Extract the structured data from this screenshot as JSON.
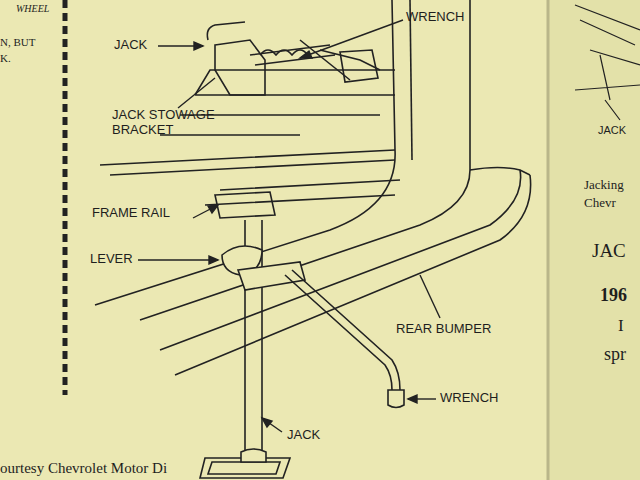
{
  "diagram": {
    "labels": [
      "WHEEL",
      "N, BUT",
      "K.",
      "JACK",
      "WRENCH",
      "JACK STOWAGE BRACKET",
      "FRAME RAIL",
      "LEVER",
      "REAR BUMPER",
      "WRENCH",
      "JACK",
      "ourtesy Chevrolet Motor Di",
      "JACK",
      "Jacking",
      "Chevr",
      "JAC",
      "196",
      "I",
      "spr"
    ]
  }
}
